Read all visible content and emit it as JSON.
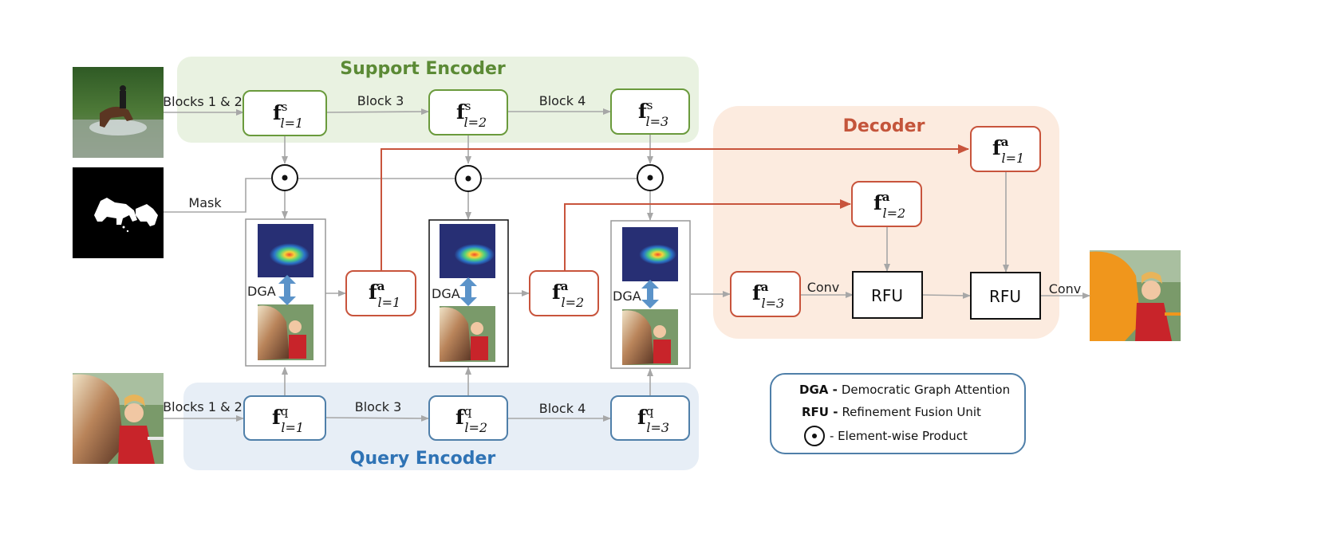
{
  "colors": {
    "support_bg": "#e9f2e1",
    "support_stroke": "#6a9a3c",
    "support_title": "#5b8a35",
    "query_bg": "#e7eef6",
    "query_stroke": "#4f7fa9",
    "query_title": "#2f73b5",
    "decoder_bg": "#fcebdf",
    "decoder_stroke": "#c8543c",
    "decoder_title": "#c4553b",
    "arrow_gray": "#a7a7a7",
    "arrow_red": "#c8543c",
    "dga_arrow": "#5b93c9"
  },
  "support_encoder": {
    "title": "Support Encoder",
    "features": [
      {
        "base": "f",
        "sup": "s",
        "sub": "l=1"
      },
      {
        "base": "f",
        "sup": "s",
        "sub": "l=2"
      },
      {
        "base": "f",
        "sup": "s",
        "sub": "l=3"
      }
    ],
    "edge_labels": [
      "Blocks 1 & 2",
      "Block 3",
      "Block 4"
    ]
  },
  "query_encoder": {
    "title": "Query Encoder",
    "features": [
      {
        "base": "f",
        "sup": "q",
        "sub": "l=1"
      },
      {
        "base": "f",
        "sup": "q",
        "sub": "l=2"
      },
      {
        "base": "f",
        "sup": "q",
        "sub": "l=3"
      }
    ],
    "edge_labels": [
      "Blocks 1 & 2",
      "Block 3",
      "Block 4"
    ]
  },
  "mask_label": "Mask",
  "dga_label": "DGA",
  "attention_features": [
    {
      "base": "f",
      "sup": "a",
      "sub": "l=1"
    },
    {
      "base": "f",
      "sup": "a",
      "sub": "l=2"
    },
    {
      "base": "f",
      "sup": "a",
      "sub": "l=3"
    }
  ],
  "decoder": {
    "title": "Decoder",
    "features": [
      {
        "base": "f",
        "sup": "a",
        "sub": "l=1"
      },
      {
        "base": "f",
        "sup": "a",
        "sub": "l=2"
      },
      {
        "base": "f",
        "sup": "a",
        "sub": "l=3"
      }
    ],
    "rfu_label": "RFU",
    "conv_label": "Conv"
  },
  "legend": [
    {
      "key": "DGA -",
      "desc": "Democratic Graph Attention"
    },
    {
      "key": "RFU -",
      "desc": "Refinement Fusion Unit"
    },
    {
      "key": "",
      "desc": "- Element-wise Product"
    }
  ]
}
